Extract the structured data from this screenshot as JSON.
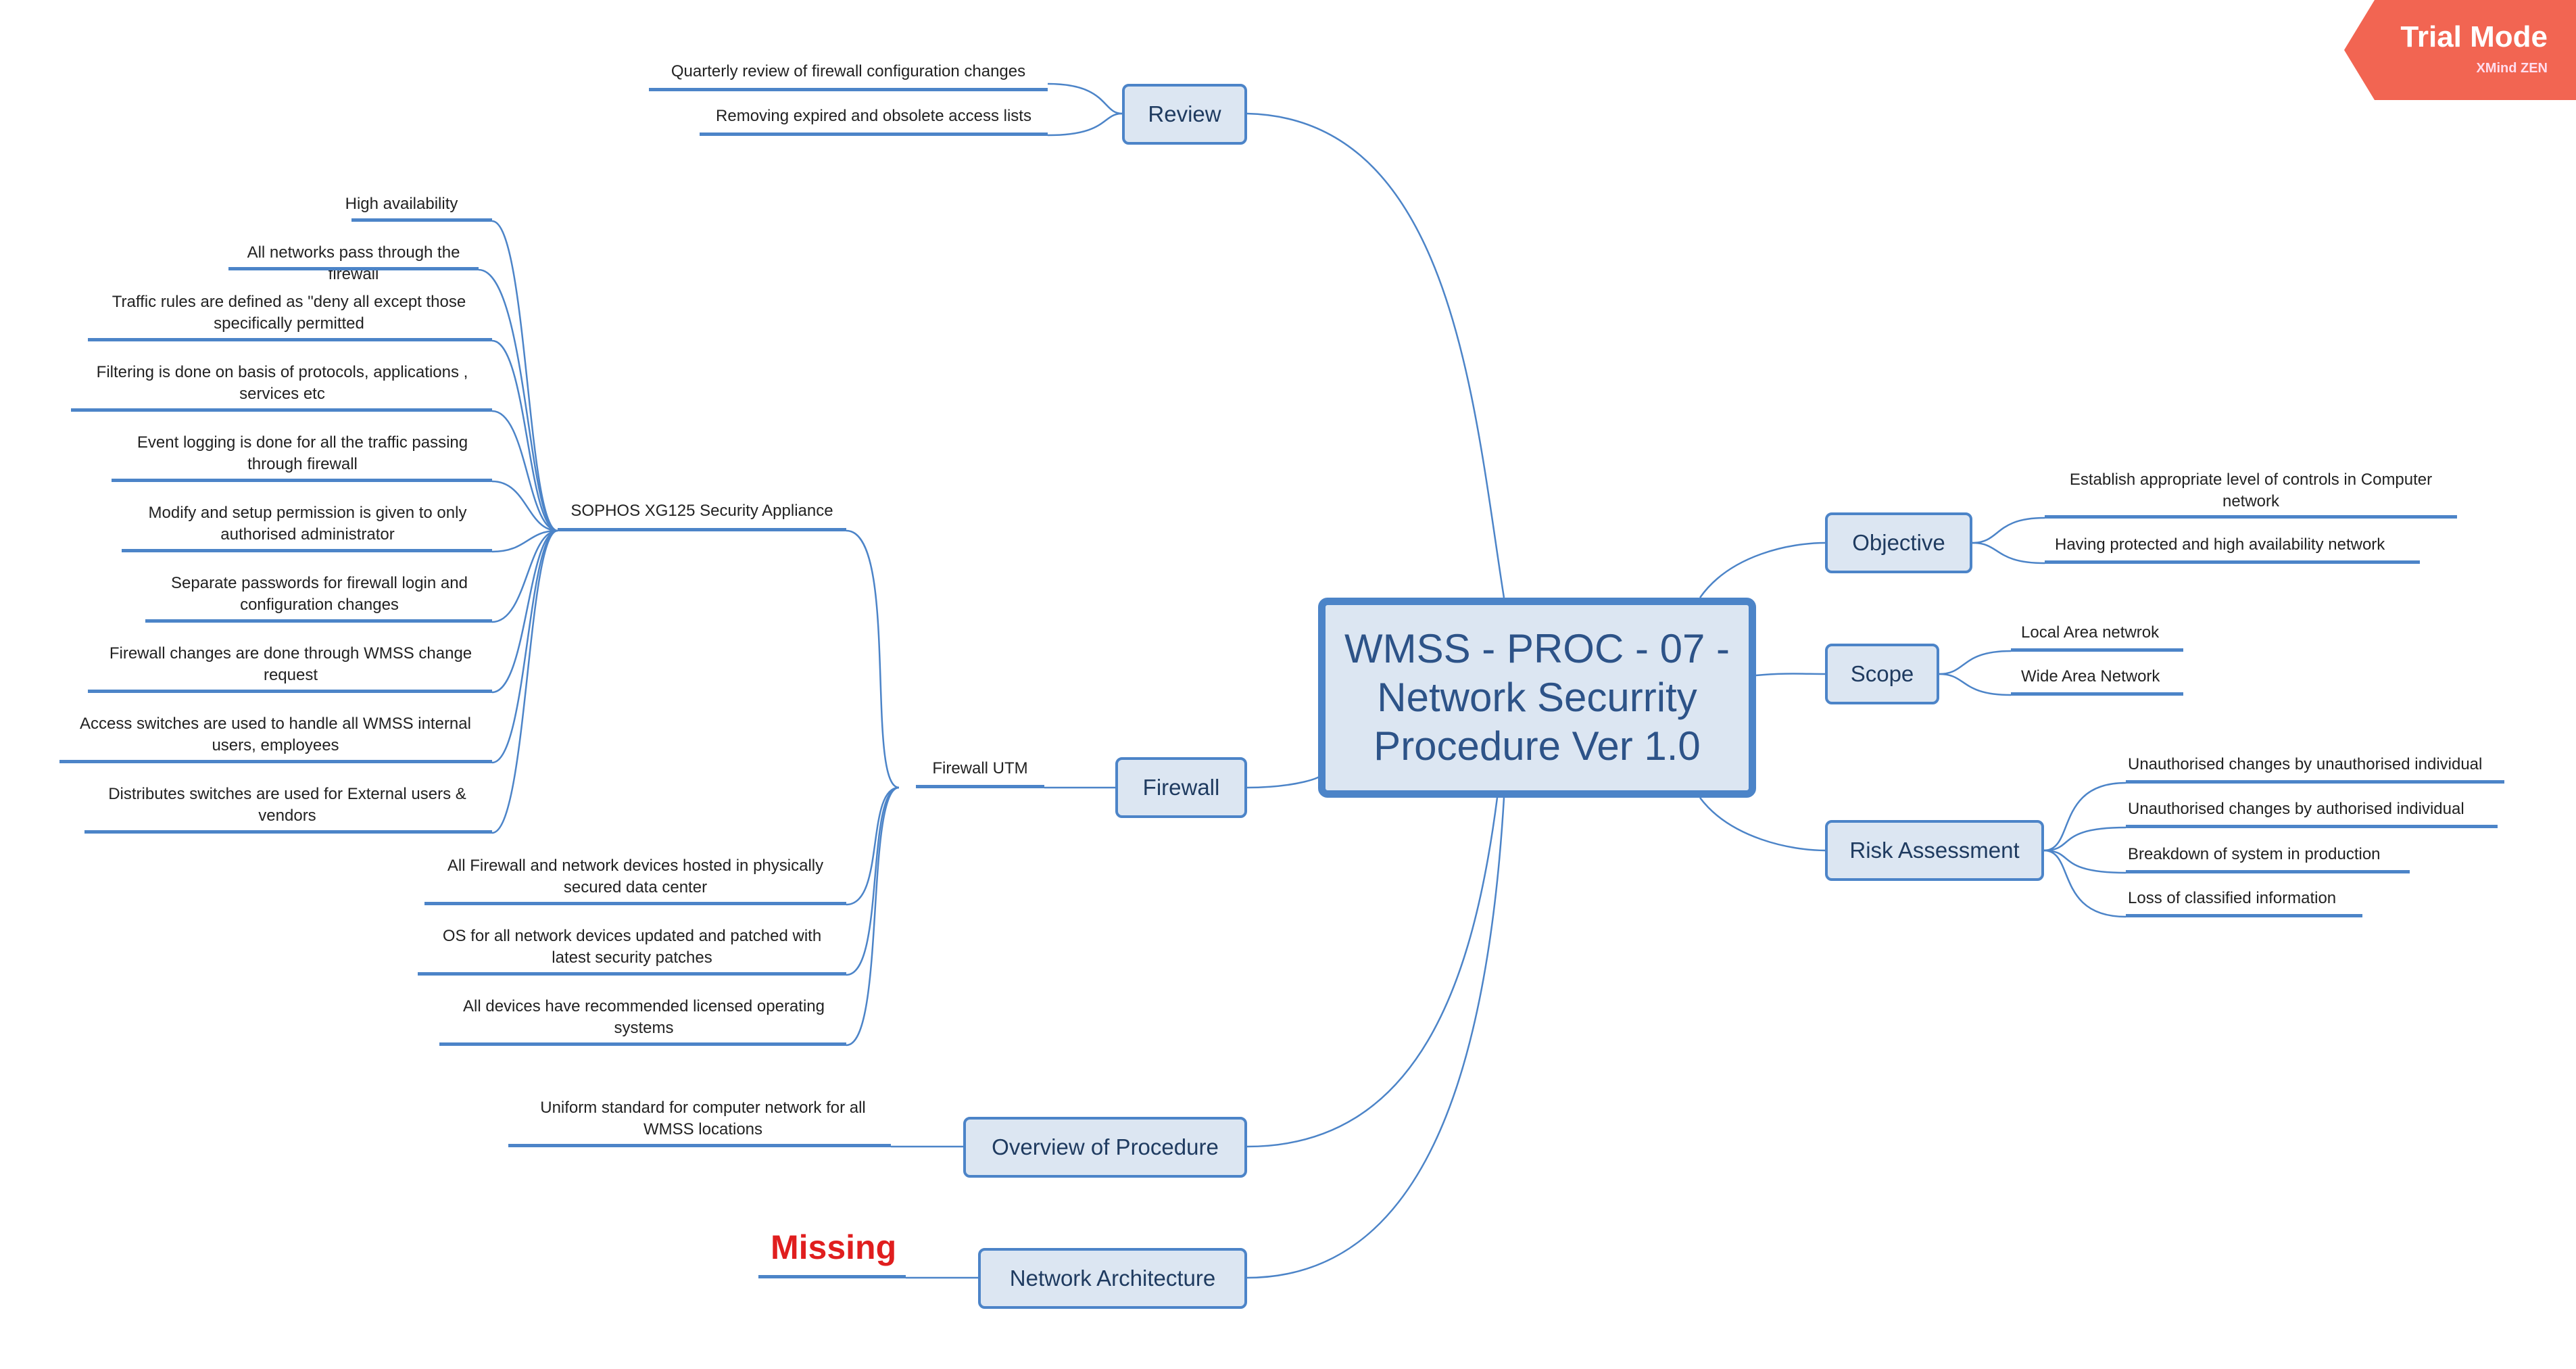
{
  "central": {
    "line1": "WMSS - PROC - 07 -",
    "line2": "Network Securrity",
    "line3": "Procedure Ver 1.0"
  },
  "topics": {
    "review": "Review",
    "firewall": "Firewall",
    "overview": "Overview of Procedure",
    "architecture": "Network Architecture",
    "objective": "Objective",
    "scope": "Scope",
    "risk": "Risk Assessment"
  },
  "review_items": [
    "Quarterly review of firewall configuration changes",
    "Removing expired and obsolete access lists"
  ],
  "firewall_utm": "Firewall UTM",
  "sophos": "SOPHOS XG125 Security Appliance",
  "sophos_items": [
    "High availability",
    "All networks pass through the firewall",
    "Traffic rules are defined as \"deny all except those specifically permitted",
    "Filtering is done on basis of protocols, applications , services etc",
    "Event logging is done for all the traffic passing through firewall",
    "Modify and setup permission is given to only authorised administrator",
    "Separate passwords for firewall login and configuration changes",
    "Firewall changes are done through WMSS change request",
    "Access switches are used to handle all WMSS internal users, employees",
    "Distributes switches are used for External users & vendors"
  ],
  "utm_items": [
    "All Firewall and network devices hosted in physically secured data center",
    "OS for all network devices updated and patched with latest security patches",
    "All devices have recommended licensed operating systems"
  ],
  "overview_items": [
    "Uniform standard for computer network for all WMSS locations"
  ],
  "architecture_missing": "Missing",
  "objective_items": [
    "Establish appropriate level of controls in Computer network",
    "Having protected and high availability network"
  ],
  "scope_items": [
    "Local Area netwrok",
    "Wide Area Network"
  ],
  "risk_items": [
    "Unauthorised changes by unauthorised individual",
    "Unauthorised changes by authorised individual",
    "Breakdown of system in production",
    "Loss of classified information"
  ],
  "trial": {
    "title": "Trial Mode",
    "subtitle": "XMind ZEN"
  },
  "colors": {
    "line": "#4c84c8",
    "topic_fill": "#dce6f2",
    "trial_badge": "#f26552",
    "missing": "#e01e1e"
  }
}
